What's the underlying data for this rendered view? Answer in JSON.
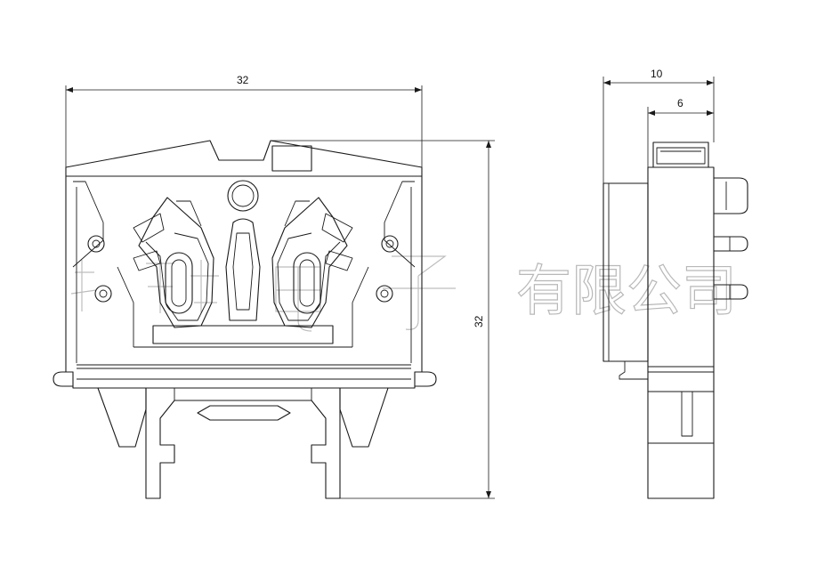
{
  "dimensions": {
    "front_width": "32",
    "front_height": "32",
    "side_width": "10",
    "side_inner": "6"
  },
  "watermark": {
    "text": "有限公司"
  }
}
